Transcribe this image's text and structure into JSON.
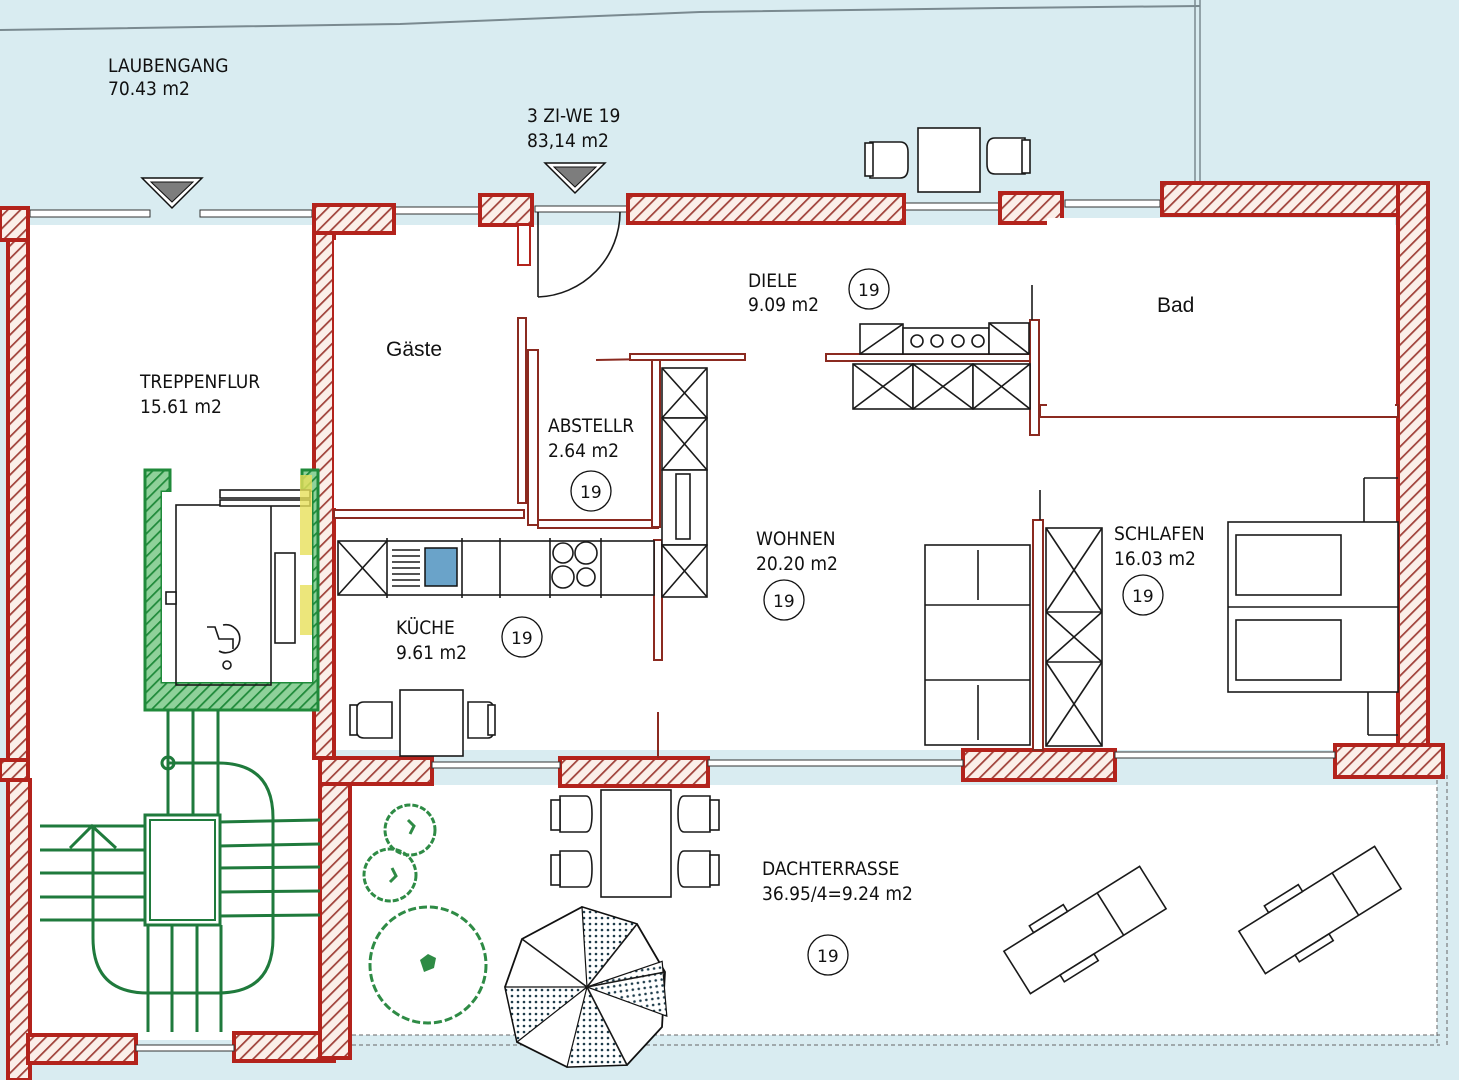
{
  "plan": {
    "title": "3 ZI-WE 19",
    "unit_area": "83,14 m2",
    "unit_number": "19",
    "colors": {
      "background": "#d9ecf1",
      "wall_outline": "#b3231c",
      "wall_hatch": "#a0423a",
      "stair_elevator": "#1f8a3a",
      "floor": "#ffffff"
    }
  },
  "rooms": [
    {
      "id": "laubengang",
      "name": "LAUBENGANG",
      "area": "70.43  m2"
    },
    {
      "id": "treppenflur",
      "name": "TREPPENFLUR",
      "area": "15.61  m2"
    },
    {
      "id": "gaeste",
      "name": "Gäste"
    },
    {
      "id": "abstellr",
      "name": "ABSTELLR",
      "area": "2.64  m2",
      "tag": "19"
    },
    {
      "id": "diele",
      "name": "DIELE",
      "area": "9.09  m2",
      "tag": "19"
    },
    {
      "id": "bad",
      "name": "Bad"
    },
    {
      "id": "kueche",
      "name": "KÜCHE",
      "area": "9.61  m2",
      "tag": "19"
    },
    {
      "id": "wohnen",
      "name": "WOHNEN",
      "area": "20.20  m2",
      "tag": "19"
    },
    {
      "id": "schlafen",
      "name": "SCHLAFEN",
      "area": "16.03  m2",
      "tag": "19"
    },
    {
      "id": "dachterrasse",
      "name": "DACHTERRASSE",
      "area": "36.95/4=9.24  m2",
      "tag": "19"
    }
  ],
  "unit_label": {
    "line1": "3 ZI-WE 19",
    "line2": "83,14 m2"
  }
}
